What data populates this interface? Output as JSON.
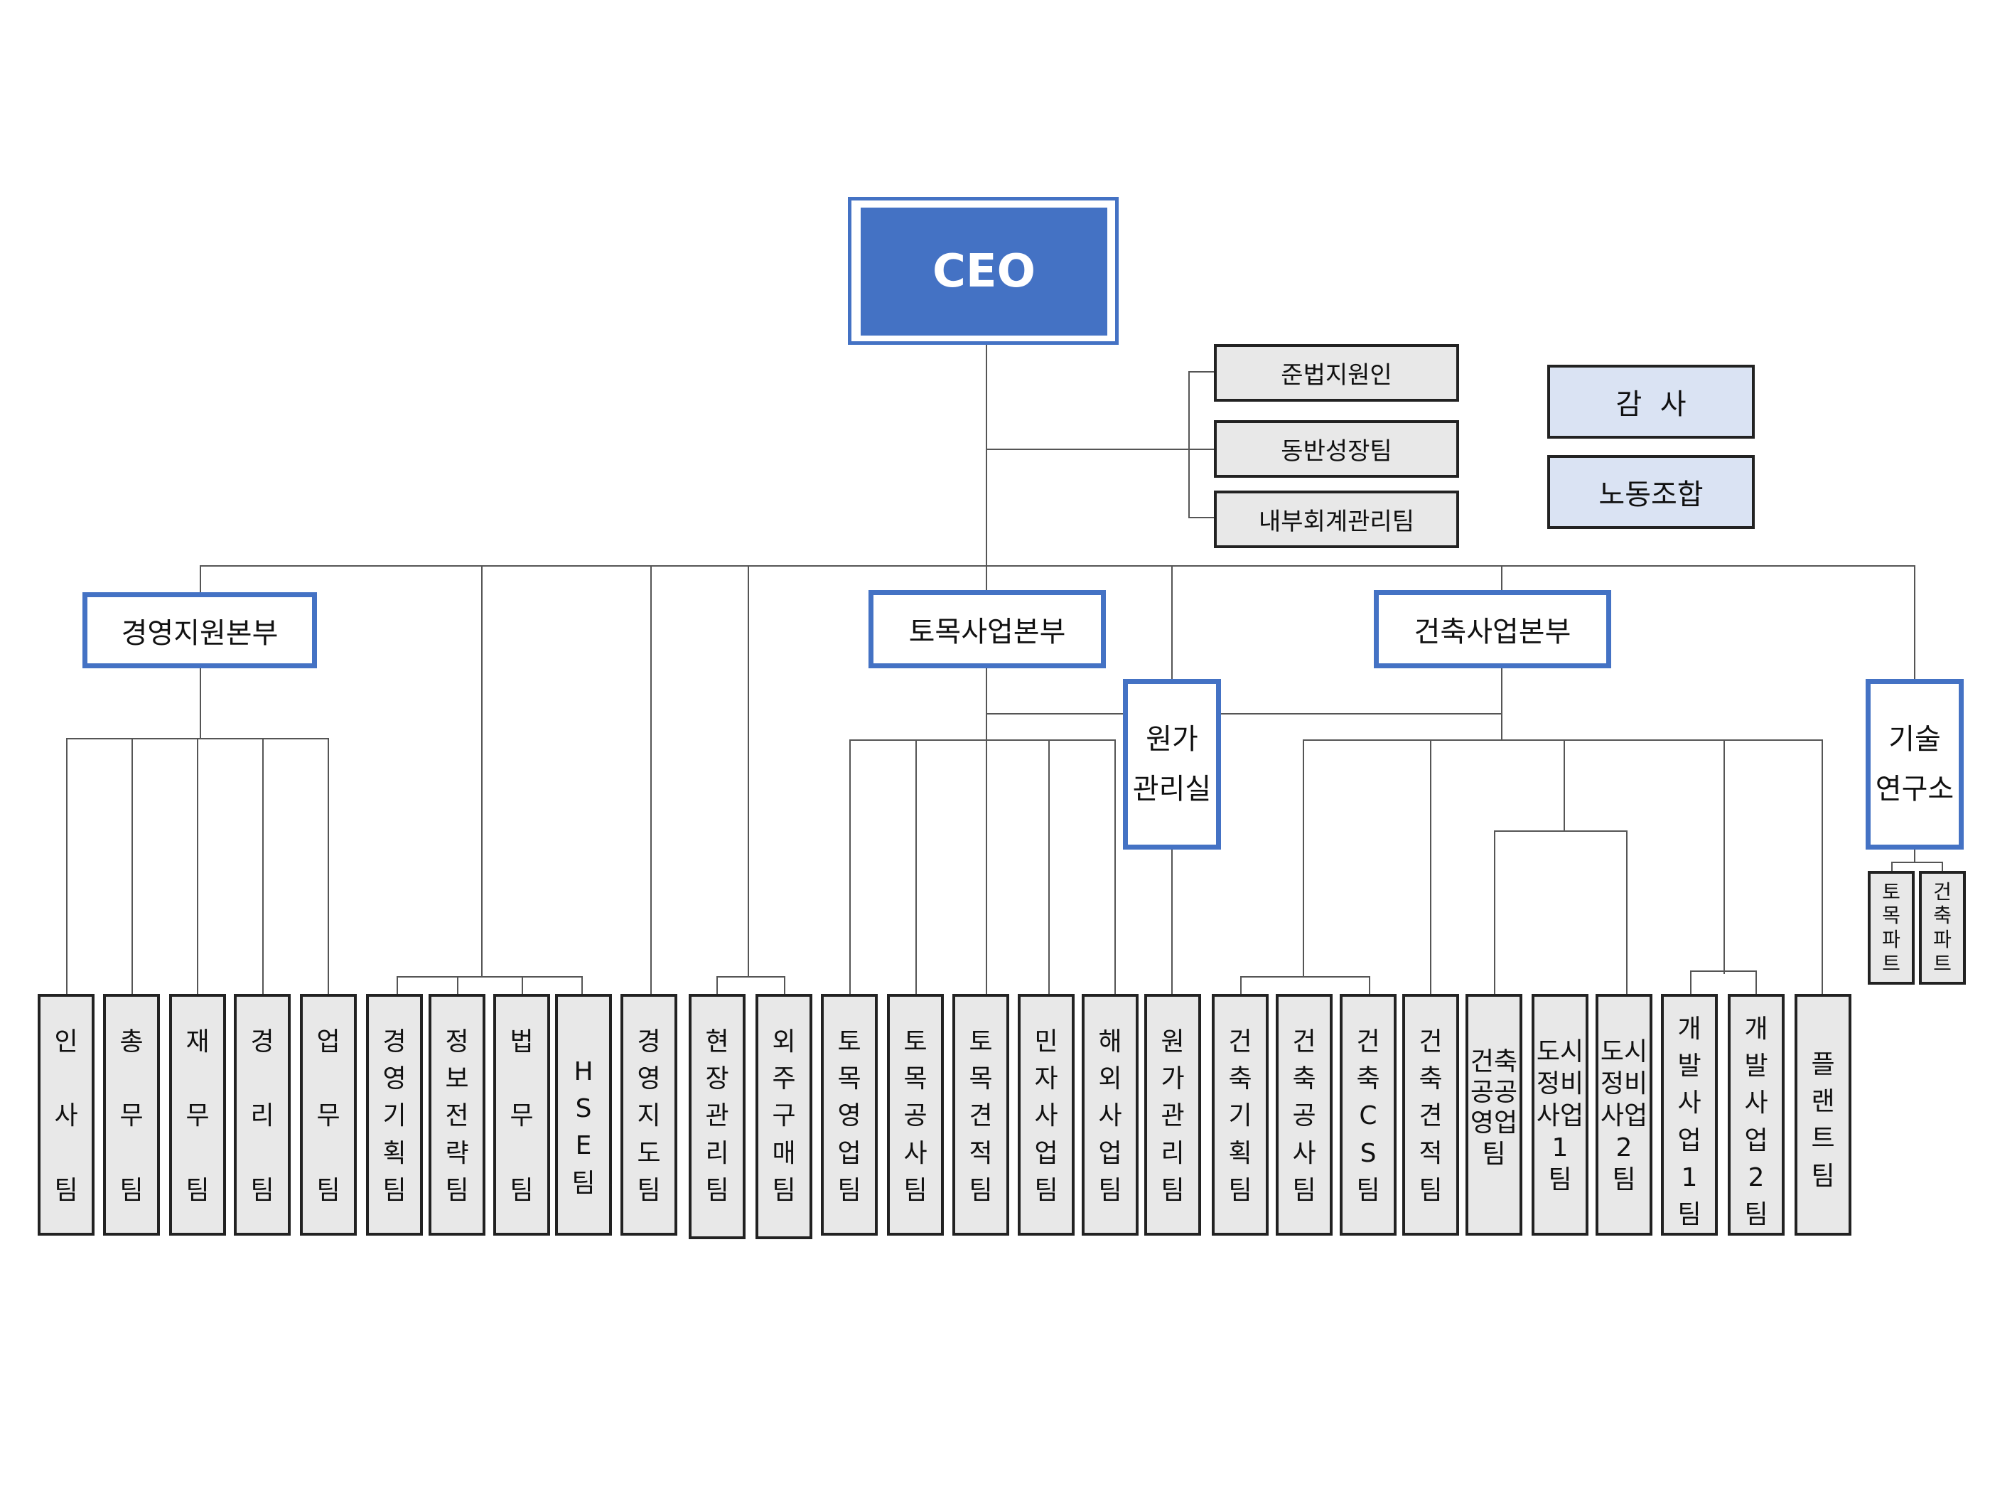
{
  "ceo": "CEO",
  "staff": [
    "준법지원인",
    "동반성장팀",
    "내부회계관리팀"
  ],
  "side": [
    "감  사",
    "노동조합"
  ],
  "hq": {
    "management": "경영지원본부",
    "civil": "토목사업본부",
    "architecture": "건축사업본부",
    "cost": "원가\n관리실",
    "research": "기술\n연구소"
  },
  "research_parts": [
    "토\n목\n파\n트",
    "건\n축\n파\n트"
  ],
  "teams": [
    "인\n\n사\n\n팀",
    "총\n\n무\n\n팀",
    "재\n\n무\n\n팀",
    "경\n\n리\n\n팀",
    "업\n\n무\n\n팀",
    "경\n영\n기\n획\n팀",
    "정\n보\n전\n략\n팀",
    "법\n\n무\n\n팀",
    "H\nS\nE\n팀",
    "경\n영\n지\n도\n팀",
    "현\n장\n관\n리\n팀",
    "외\n주\n구\n매\n팀",
    "토\n목\n영\n업\n팀",
    "토\n목\n공\n사\n팀",
    "토\n목\n견\n적\n팀",
    "민\n자\n사\n업\n팀",
    "해\n외\n사\n업\n팀",
    "원\n가\n관\n리\n팀",
    "건\n축\n기\n획\n팀",
    "건\n축\n공\n사\n팀",
    "건\n축\nC\nS\n팀",
    "건\n축\n견\n적\n팀",
    "건축\n공공\n영업\n팀",
    "도시\n정비\n사업\n1\n팀",
    "도시\n정비\n사업\n2\n팀",
    "개\n발\n사\n업\n1\n팀",
    "개\n발\n사\n업\n2\n팀",
    "플\n랜\n트\n팀"
  ],
  "colors": {
    "accent": "#4472C4",
    "side_fill": "#DAE3F3",
    "team_fill": "#E8E8E8"
  }
}
